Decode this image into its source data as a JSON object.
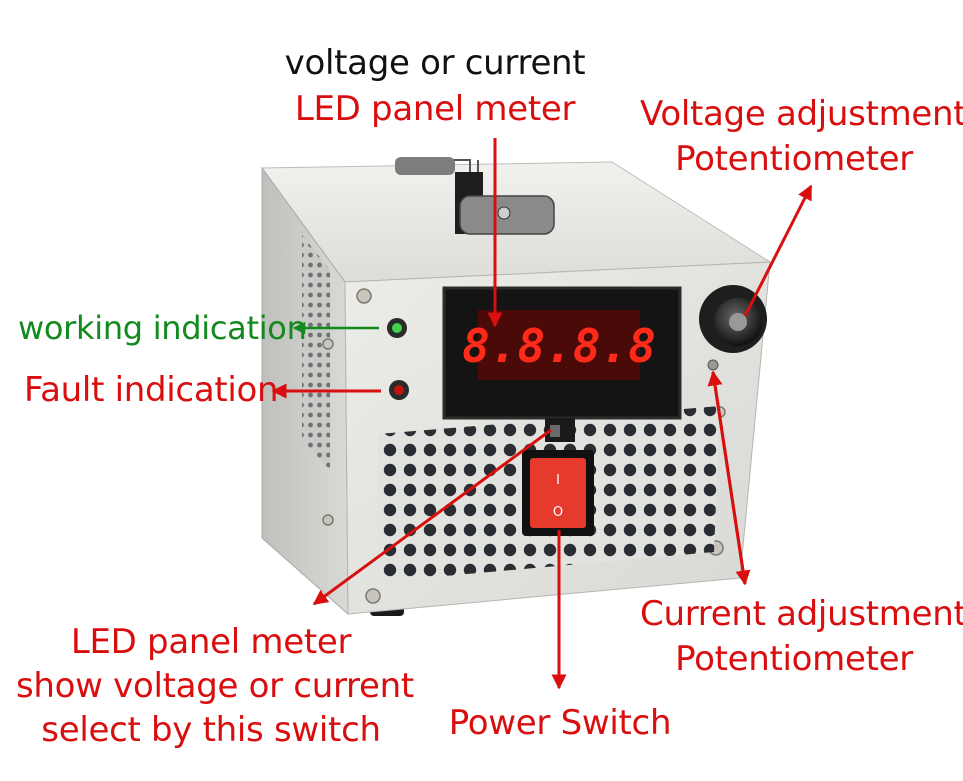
{
  "labels": {
    "top_black": "voltage or current",
    "top_red": "LED panel meter",
    "voltage_pot": [
      "Voltage adjustment",
      "Potentiometer"
    ],
    "working": "working indication",
    "fault": "Fault indication",
    "current_pot": [
      "Current adjustment",
      "Potentiometer"
    ],
    "switch_note": [
      "LED panel meter",
      "show voltage or current",
      "select by this switch"
    ],
    "power_switch": "Power Switch"
  },
  "display": {
    "digits": "8.8.8.8"
  },
  "switch": {
    "on_mark": "I",
    "off_mark": "O"
  },
  "colors": {
    "label_red": "#d90e0e",
    "label_green": "#138a1d",
    "arrow_red": "#d90e0e",
    "arrow_green": "#138a1d",
    "led_digits": "#ff2a1a",
    "rocker": "#e53a2c"
  }
}
